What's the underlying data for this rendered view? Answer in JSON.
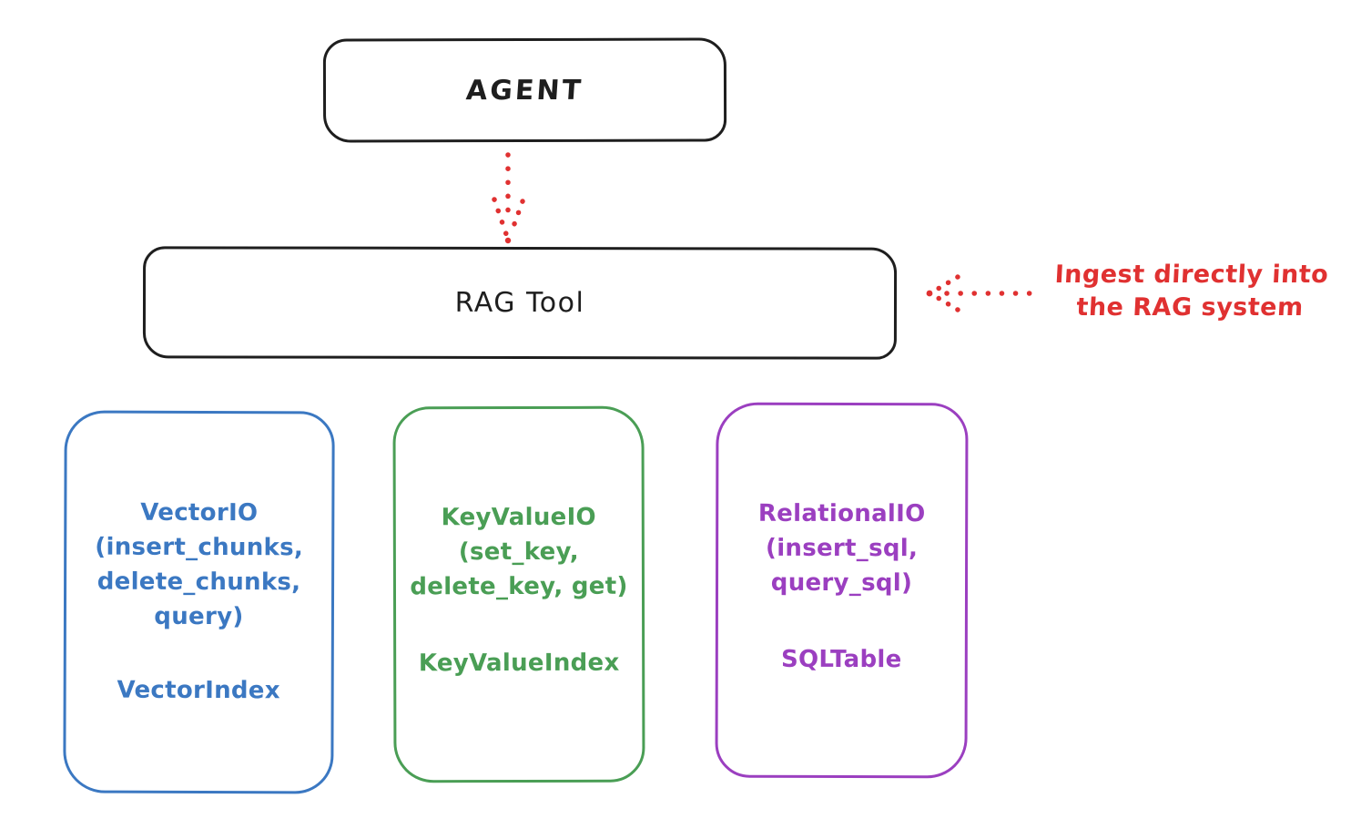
{
  "colors": {
    "ink": "#1e1e1e",
    "accent_red": "#e03131",
    "vector_blue": "#3b78c2",
    "keyvalue_green": "#4a9e55",
    "relational_purple": "#9b3fc0",
    "background": "#ffffff"
  },
  "agent": {
    "label": "AGENT"
  },
  "rag_tool": {
    "label": "RAG Tool"
  },
  "annotation": {
    "line1": "Ingest directly into",
    "line2": "the RAG system"
  },
  "backends": {
    "vector": {
      "title": "VectorIO",
      "methods": [
        "(insert_chunks,",
        "delete_chunks,",
        "query)"
      ],
      "index": "VectorIndex"
    },
    "keyvalue": {
      "title": "KeyValueIO",
      "methods": [
        "(set_key,",
        "delete_key, get)"
      ],
      "index": "KeyValueIndex"
    },
    "relational": {
      "title": "RelationalIO",
      "methods": [
        "(insert_sql,",
        "query_sql)"
      ],
      "index": "SQLTable"
    }
  }
}
